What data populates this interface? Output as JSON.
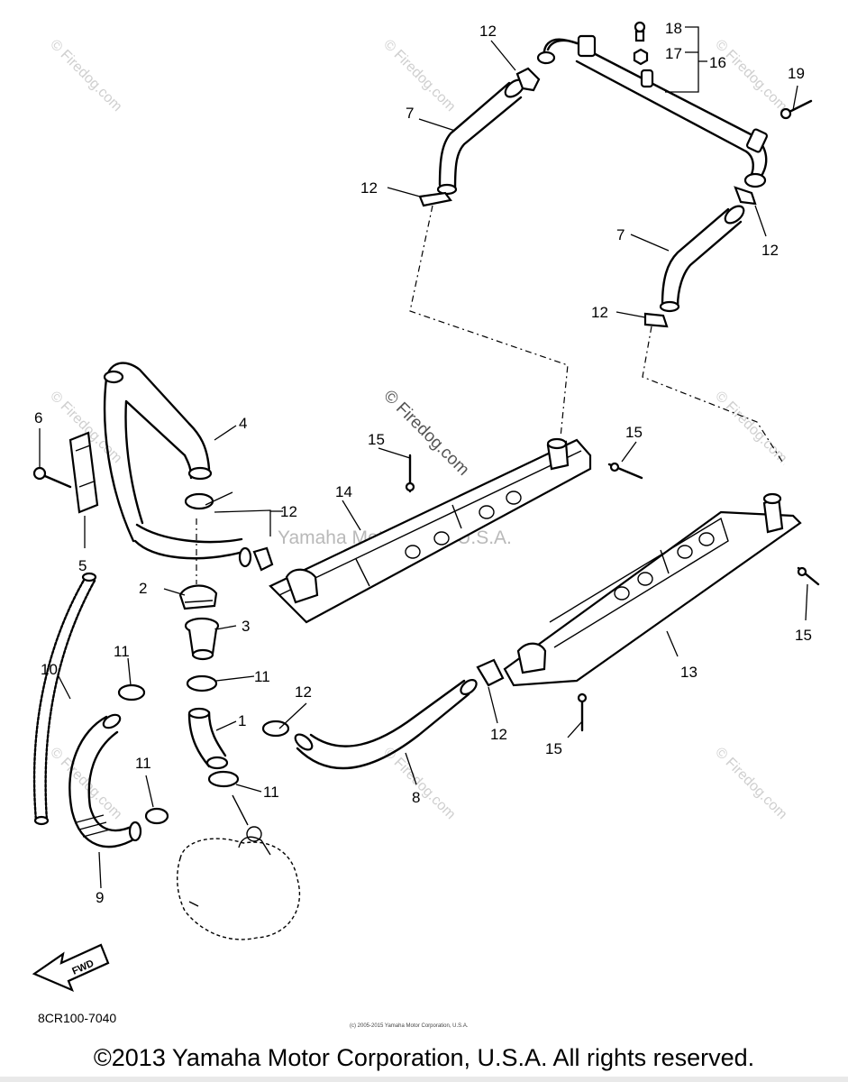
{
  "diagram": {
    "callouts": [
      "1",
      "2",
      "3",
      "4",
      "5",
      "6",
      "7",
      "8",
      "9",
      "10",
      "11",
      "12",
      "13",
      "14",
      "15",
      "16",
      "17",
      "18",
      "19"
    ],
    "diagram_code": "8CR100-7040",
    "fwd_label": "FWD",
    "watermark_center": "Yamaha Motor Corp, U.S.A.",
    "watermark_firedog": "© Firedog.com",
    "tiny_copyright": "(c) 2005-2015 Yamaha Motor Corporation, U.S.A."
  },
  "footer": {
    "copyright": "©2013 Yamaha Motor Corporation, U.S.A. All rights reserved."
  }
}
